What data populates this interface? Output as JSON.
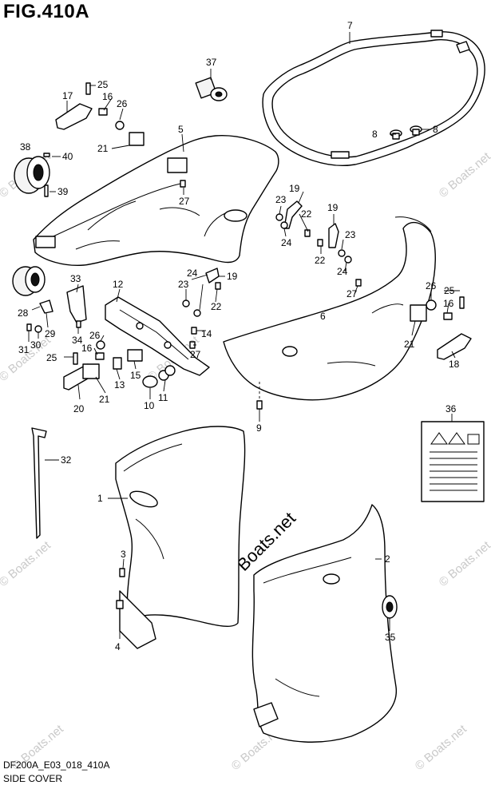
{
  "figure_title": "FIG.410A",
  "diagram_code": "DF200A_E03_018_410A",
  "caption": "SIDE COVER",
  "watermark_small": "© Boats.net",
  "watermark_large": "© Boats.net",
  "callouts": {
    "c1": "1",
    "c2": "2",
    "c3": "3",
    "c4": "4",
    "c5": "5",
    "c6": "6",
    "c7": "7",
    "c8a": "8",
    "c8b": "8",
    "c9": "9",
    "c10": "10",
    "c11": "11",
    "c12": "12",
    "c13": "13",
    "c14": "14",
    "c15": "15",
    "c16a": "16",
    "c16b": "16",
    "c16c": "16",
    "c17": "17",
    "c18": "18",
    "c19a": "19",
    "c19b": "19",
    "c19c": "19",
    "c20": "20",
    "c21a": "21",
    "c21b": "21",
    "c21c": "21",
    "c22a": "22",
    "c22b": "22",
    "c22c": "22",
    "c23a": "23",
    "c23b": "23",
    "c23c": "23",
    "c24a": "24",
    "c24b": "24",
    "c24c": "24",
    "c25a": "25",
    "c25b": "25",
    "c25c": "25",
    "c26a": "26",
    "c26b": "26",
    "c26c": "26",
    "c27a": "27",
    "c27b": "27",
    "c27c": "27",
    "c28": "28",
    "c29": "29",
    "c30": "30",
    "c31": "31",
    "c32": "32",
    "c33": "33",
    "c34": "34",
    "c35": "35",
    "c36": "36",
    "c37": "37",
    "c38": "38",
    "c39": "39",
    "c40": "40"
  }
}
